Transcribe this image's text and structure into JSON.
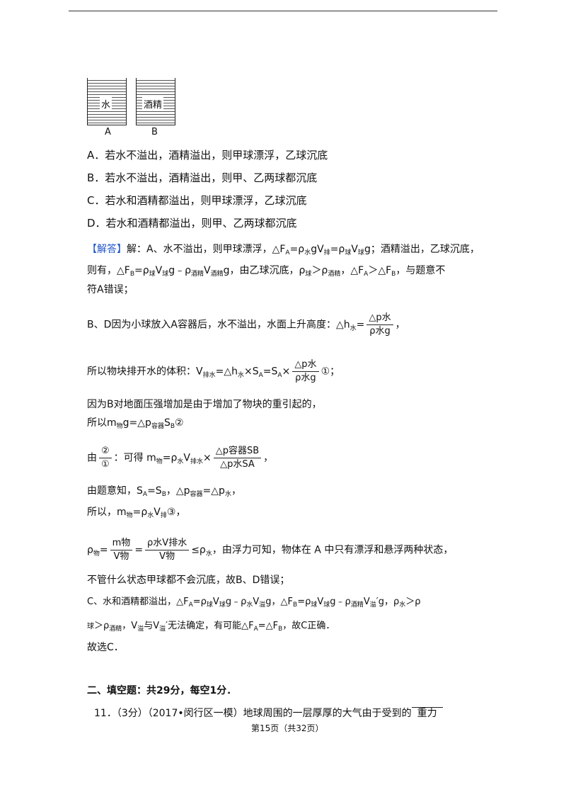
{
  "figure": {
    "water": "水",
    "alcohol": "酒精",
    "label_a": "A",
    "label_b": "B"
  },
  "options": [
    "A．若水不溢出，酒精溢出，则甲球漂浮，乙球沉底",
    "B．若水不溢出，酒精溢出，则甲、乙两球都沉底",
    "C．若水和酒精都溢出，则甲球漂浮，乙球沉底",
    "D．若水和酒精都溢出，则甲、乙两球都沉底"
  ],
  "solution": {
    "tag": "【解答】",
    "p1_a": "解：A、水不溢出，则甲球漂浮，△F",
    "p1_b": "=ρ",
    "p1_c": "gV",
    "p1_d": "=ρ",
    "p1_e": "V",
    "p1_f": "g；酒精溢出，乙球沉底，",
    "p2_a": "则有，△F",
    "p2_b": "=ρ",
    "p2_c": "V",
    "p2_d": "g﹣ρ",
    "p2_e": "V",
    "p2_f": "g，由乙球沉底，ρ",
    "p2_g": "＞ρ",
    "p2_h": "，△F",
    "p2_i": "＞△F",
    "p2_j": "，与题意不",
    "p3": "符A错误；",
    "p4_a": "B、D因为小球放入A容器后，水不溢出，水面上升高度：△h",
    "p4_b": "=",
    "p4_num": "△p水",
    "p4_den": "ρ水g",
    "p4_c": "，",
    "p5_a": "所以物块排开水的体积：V",
    "p5_b": "=△h",
    "p5_c": "×S",
    "p5_d": "=S",
    "p5_e": "×",
    "p5_num": "△p水",
    "p5_den": "ρ水g",
    "p5_f": "①；",
    "p6": "因为B对地面压强增加是由于增加了物块的重引起的，",
    "p7_a": "所以m",
    "p7_b": "g=△p",
    "p7_c": "S",
    "p7_d": "②",
    "p8_a": "由",
    "p8_fnum": "②",
    "p8_fden": "①",
    "p8_b": "：可得 m",
    "p8_c": "=ρ",
    "p8_d": "V",
    "p8_e": "×",
    "p8_num": "△p容器SB",
    "p8_den": "△p水SA",
    "p8_f": "，",
    "p9_a": "由题意知，S",
    "p9_b": "=S",
    "p9_c": "，△p",
    "p9_d": "=△p",
    "p9_e": "，",
    "p10_a": "所以，m",
    "p10_b": "=ρ",
    "p10_c": "V",
    "p10_d": "③，",
    "p11_a": "ρ",
    "p11_b": "=",
    "p11_num1": "m物",
    "p11_den1": "V物",
    "p11_c": "=",
    "p11_num2": "ρ水V排水",
    "p11_den2": "V物",
    "p11_d": "≤ρ",
    "p11_e": "，由浮力可知，物体在 A 中只有漂浮和悬浮两种状态，",
    "p12": "不管什么状态甲球都不会沉底，故B、D错误；",
    "p13_a": "C、水和酒精都溢出，△F",
    "p13_b": "=ρ",
    "p13_c": "V",
    "p13_d": "g﹣ρ",
    "p13_e": "V",
    "p13_f": "g，△F",
    "p13_g": "=ρ",
    "p13_h": "V",
    "p13_i": "g﹣ρ",
    "p13_j": "V",
    "p13_k": "′g，ρ",
    "p13_l": "＞ρ",
    "p14_a": "球",
    "p14_b": "＞ρ",
    "p14_c": "，V",
    "p14_d": "与V",
    "p14_e": "′无法确定，有可能△F",
    "p14_f": "=△F",
    "p14_g": "，故C正确．",
    "p15": "故选C．"
  },
  "subs": {
    "A": "A",
    "B": "B",
    "water": "水",
    "ball": "球",
    "displaced": "排",
    "alcohol": "酒精",
    "displaced_water": "排水",
    "object": "物",
    "container": "容器",
    "overflow": "溢"
  },
  "section_title": "二、填空题：共29分，每空1分．",
  "question_11": "11．（3分）（2017•闵行区一模）地球周围的一层厚厚的大气由于受到的",
  "answer_11": "重力",
  "footer": "第15页（共32页）"
}
